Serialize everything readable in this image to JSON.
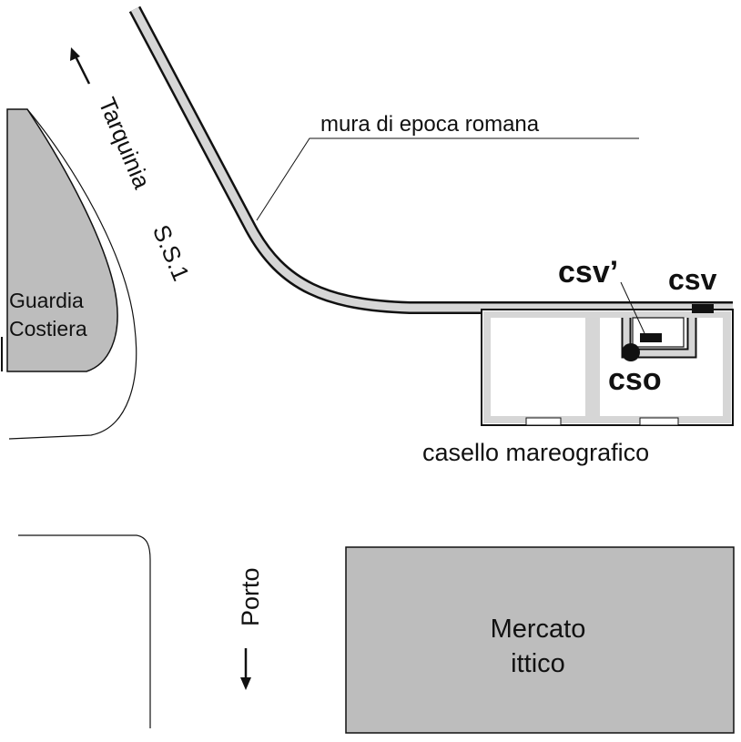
{
  "labels": {
    "wall": "mura di epoca romana",
    "road_road": "Tarquinia",
    "road_ss": "S.S.1",
    "coast_guard_line1": "Guardia",
    "coast_guard_line2": "Costiera",
    "csv_prime": "csv’",
    "csv": "csv",
    "cso": "cso",
    "tide_house": "casello mareografico",
    "port": "Porto",
    "fish_market_line1": "Mercato",
    "fish_market_line2": "ittico"
  },
  "colors": {
    "fill_gray": "#bdbdbd",
    "wall_gray": "#d6d6d6",
    "ink": "#111111"
  },
  "icons": {
    "north_arrow": "arrow-up-left-icon",
    "south_arrow": "arrow-down-icon"
  }
}
